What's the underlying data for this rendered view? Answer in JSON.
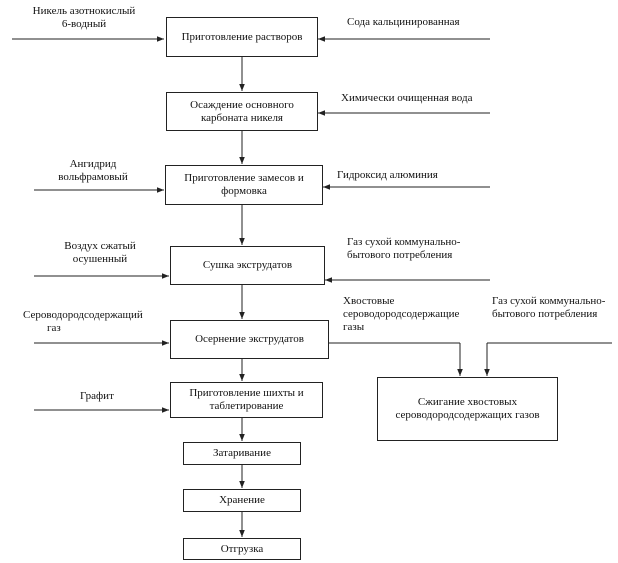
{
  "steps": {
    "prep_solutions": "Приготовление растворов",
    "precipitation": "Осаждение основного карбоната никеля",
    "mixing": "Приготовление замесов и формовка",
    "drying": "Сушка экструдатов",
    "sulfiding": "Осернение экструдатов",
    "tableting": "Приготовление шихты и таблетирование",
    "packing": "Затаривание",
    "storage": "Хранение",
    "shipping": "Отгрузка",
    "burning": "Сжигание хвостовых сероводородсодержащих газов"
  },
  "inputs": {
    "nickel_nitrate": [
      "Никель азотнокислый",
      "6-водный"
    ],
    "soda": "Сода кальцинированная",
    "chem_water": "Химически очищенная вода",
    "tungsten": [
      "Ангидрид",
      "вольфрамовый"
    ],
    "alumina": "Гидроксид алюминия",
    "air": [
      "Воздух сжатый",
      "осушенный"
    ],
    "gas_dry_1": [
      "Газ сухой коммунально-",
      "бытового потребления"
    ],
    "h2s_gas": [
      "Сероводородсодержащий",
      "газ"
    ],
    "tail_gases": [
      "Хвостовые",
      "сероводородсодержащие",
      "газы"
    ],
    "gas_dry_2": [
      "Газ сухой коммунально-",
      "бытового потребления"
    ],
    "graphite": "Графит"
  }
}
